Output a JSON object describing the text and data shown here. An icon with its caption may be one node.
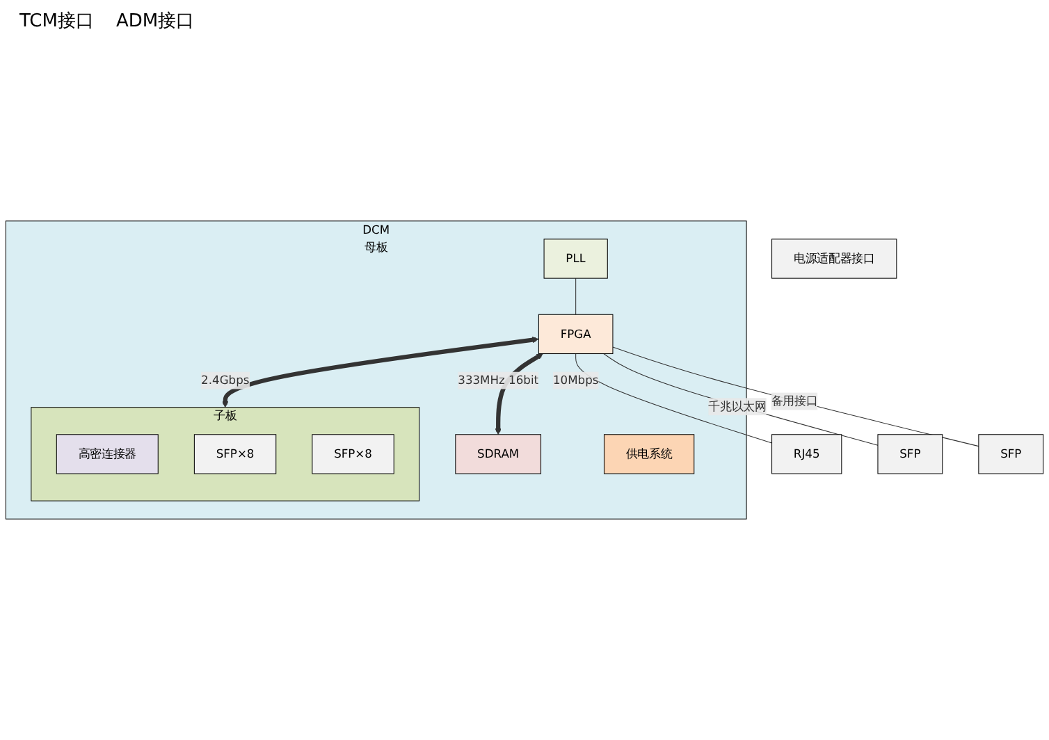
{
  "diagram": {
    "nodes": [
      {
        "text": [
          "DCM",
          "母板"
        ]
      },
      {
        "text": [
          "PLL"
        ],
        "in": 0
      },
      {
        "text": [
          "FPGA"
        ],
        "in": 0
      },
      {
        "text": [
          "SDRAM"
        ],
        "in": 0
      },
      {
        "text": [
          "供电系统"
        ],
        "in": 0
      },
      {
        "text": [
          "子板"
        ],
        "in": 0
      },
      {
        "text": [
          "高密连接器"
        ],
        "in": 5
      },
      {
        "text": [
          "SFP×8"
        ],
        "in": 5
      },
      {
        "text": [
          "SFP×8"
        ],
        "in": 5
      },
      {
        "text": [
          "电源适配器接口"
        ]
      },
      {
        "text": [
          "RJ45"
        ]
      },
      {
        "text": [
          "SFP"
        ]
      },
      {
        "text": [
          "SFP"
        ]
      }
    ],
    "edges": [
      {
        "from": 1,
        "to": 2,
        "arrow": "none"
      },
      {
        "from": 2,
        "to": 3,
        "arrow": "both",
        "label": "333MHz 16bit",
        "style": "thick"
      },
      {
        "from": 2,
        "to": 5,
        "arrow": "both",
        "label": "2.4Gbps",
        "style": "thick"
      },
      {
        "from": 2,
        "to": 10,
        "arrow": "none",
        "label": "10Mbps"
      },
      {
        "from": 2,
        "to": 11,
        "arrow": "none",
        "label": "千兆以太网"
      },
      {
        "from": 2,
        "to": 12,
        "arrow": "none",
        "label": "备用接口"
      }
    ],
    "labels": [
      "TCM接口",
      "ADM接口"
    ]
  }
}
